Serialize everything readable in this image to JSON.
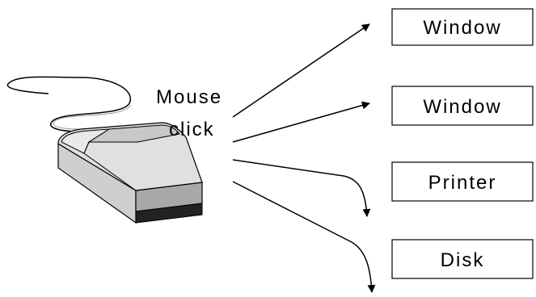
{
  "mouse_label": {
    "line1": "Mouse",
    "line2": "click"
  },
  "destinations": [
    {
      "label": "Window"
    },
    {
      "label": "Window"
    },
    {
      "label": "Printer"
    },
    {
      "label": "Disk"
    }
  ]
}
